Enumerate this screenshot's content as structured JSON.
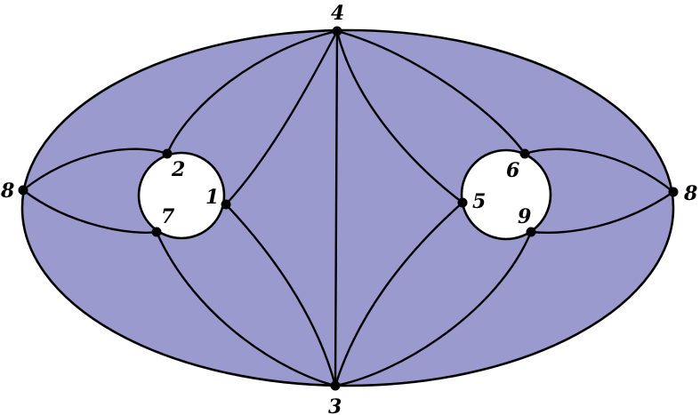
{
  "diagram": {
    "fill_color": "#9a9acf",
    "hole_color": "#ffffff",
    "line_color": "#000000",
    "vertices": [
      {
        "id": "v4-top",
        "label": "4"
      },
      {
        "id": "v3-bottom",
        "label": "3"
      },
      {
        "id": "v8-left",
        "label": "8"
      },
      {
        "id": "v8-right",
        "label": "8"
      },
      {
        "id": "v2",
        "label": "2"
      },
      {
        "id": "v7",
        "label": "7"
      },
      {
        "id": "v1",
        "label": "1"
      },
      {
        "id": "v5",
        "label": "5"
      },
      {
        "id": "v6",
        "label": "6"
      },
      {
        "id": "v9",
        "label": "9"
      }
    ]
  }
}
